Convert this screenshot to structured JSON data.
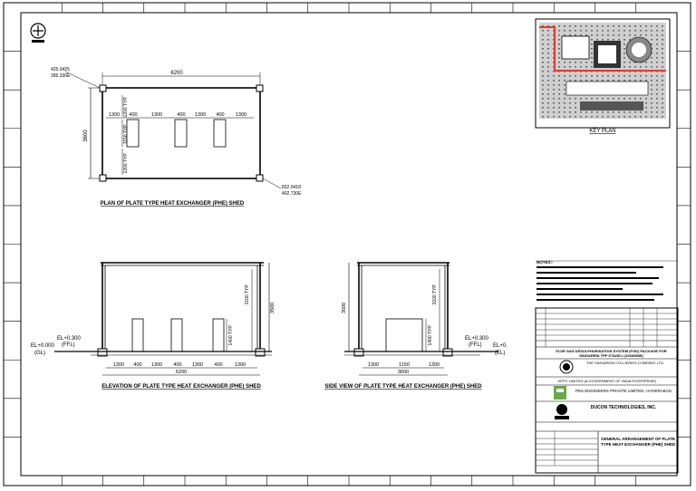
{
  "drawing": {
    "plan_title": "PLAN OF PLATE TYPE HEAT EXCHANGER (PHE) SHED",
    "elevation_title": "ELEVATION OF PLATE TYPE HEAT EXCHANGER (PHE) SHED",
    "side_title": "SIDE VIEW OF PLATE TYPE HEAT EXCHANGER (PHE) SHED",
    "key_plan_label": "KEY PLAN",
    "plan": {
      "overall_width": "6200",
      "overall_depth": "3600",
      "dim_1200_left": "1300",
      "dim_400": "400",
      "dim_1300": "1300",
      "dim_1200_typ": "1200 TYP.",
      "dim_1150_typ": "1150 TYP.",
      "coord_top_left": [
        "425.0425",
        "395.330E"
      ],
      "coord_bottom_right": [
        "832.0418",
        "402.730E"
      ]
    },
    "elevation": {
      "height": "3500",
      "inner_height": "3100 TYP.",
      "door_height": "1400 TYP.",
      "overall_width": "6200",
      "segments": [
        "1300",
        "400",
        "1300",
        "400",
        "1300",
        "400",
        "1300"
      ],
      "el_top": "EL+0.300",
      "el_ffl": "EL+0.000",
      "ffl_label": "(FFL)",
      "gl_label": "(GL)"
    },
    "side": {
      "height": "3500",
      "inner_height": "3100 TYP.",
      "door_height": "1400 TYP.",
      "overall_width": "3600",
      "segments": [
        "1300",
        "1150",
        "1300"
      ],
      "el_top": "EL+0.300",
      "el_right": "EL+0.",
      "ffl_label": "(FFL)",
      "el_label": "(EL)"
    }
  },
  "title_block": {
    "project": "FLUE GAS DESULPHURISATION SYSTEM (FGD) PACKAGE FOR SINGARENI TPP STAGE-I (2X600MW)",
    "owner": "THE SINGARENI COLLIERIES COMPANY LTD.",
    "consultant": "NTPC LIMITED (A GOVERNMENT OF INDIA ENTERPRISE)",
    "contractor": "PES ENGINEERS PRIVATE LIMITED, HYDERABAD",
    "designer": "DUCON TECHNOLOGIES, INC.",
    "drawing_title": "GENERAL ARRANGEMENT OF PLATE TYPE HEAT EXCHANGER (PHE) SHED",
    "notes_heading": "NOTES:-"
  },
  "colors": {
    "line": "#000000",
    "keyplan_highlight": "#e03a2f",
    "sheet": "#ffffff"
  }
}
